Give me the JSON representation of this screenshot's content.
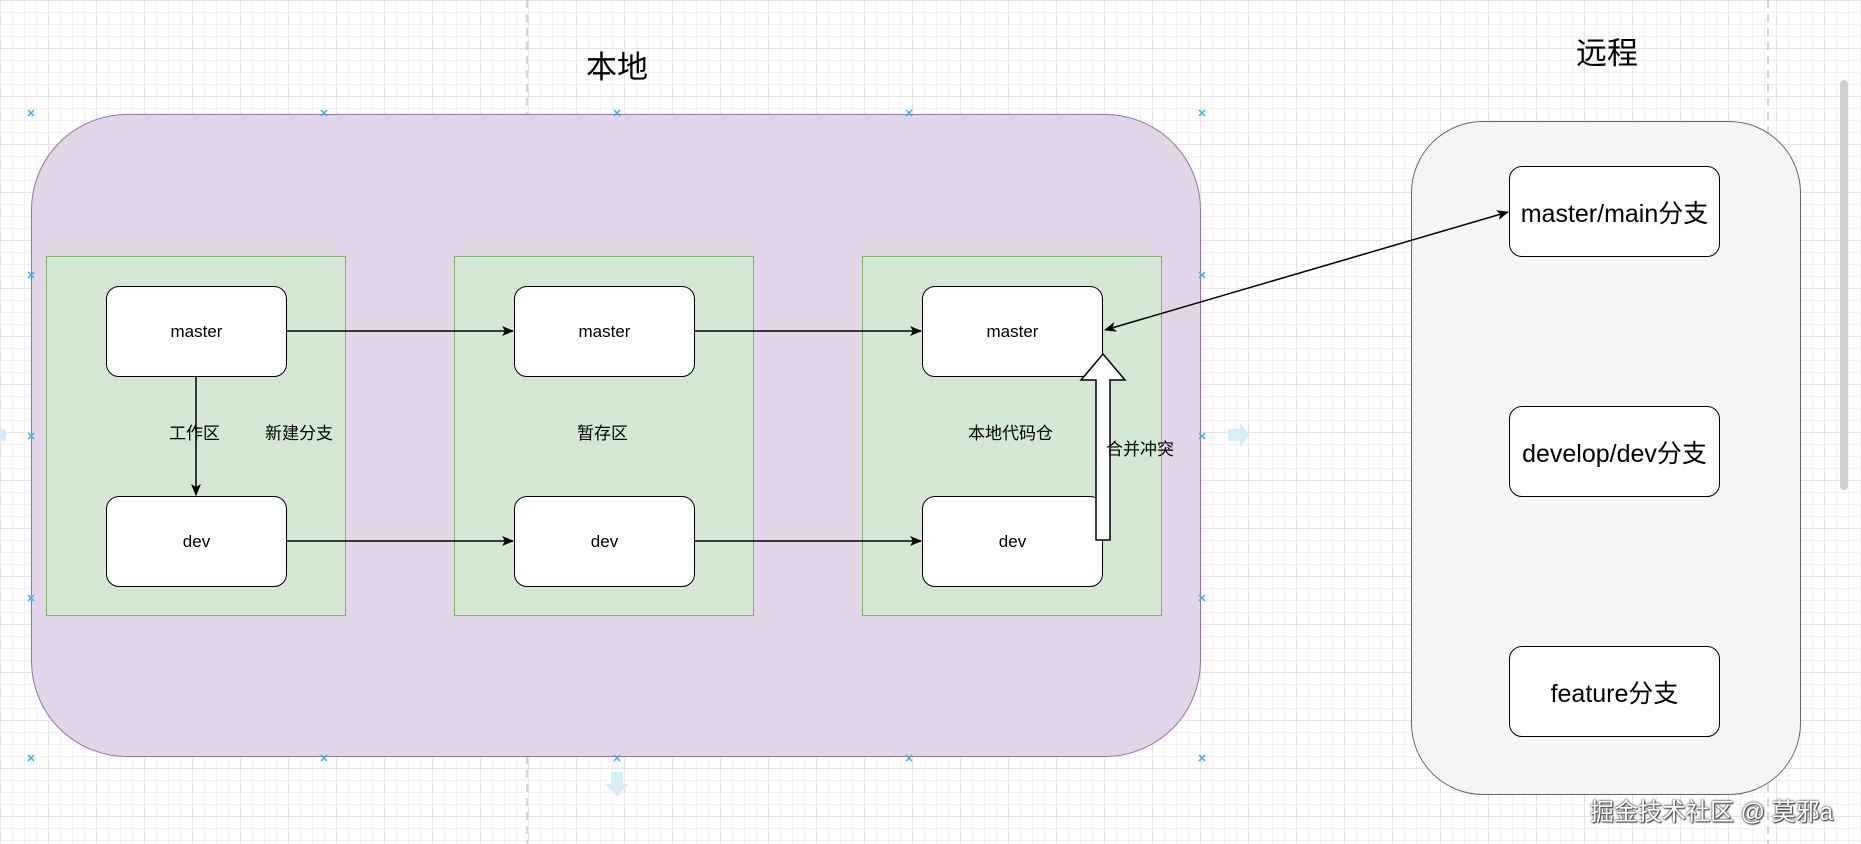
{
  "titles": {
    "local": "本地",
    "remote": "远程"
  },
  "local_zones": [
    {
      "label": "工作区",
      "extra_label": "新建分支",
      "top_node": "master",
      "bottom_node": "dev"
    },
    {
      "label": "暂存区",
      "top_node": "master",
      "bottom_node": "dev"
    },
    {
      "label": "本地代码仓",
      "top_node": "master",
      "bottom_node": "dev",
      "merge_label": "合并冲突"
    }
  ],
  "remote_branches": [
    "master/main分支",
    "develop/dev分支",
    "feature分支"
  ],
  "watermark": "掘金技术社区 @ 莫邪a",
  "colors": {
    "local_fill": "#e1d5e7",
    "local_stroke": "#9673a6",
    "zone_fill": "#d5e8d4",
    "zone_stroke": "#82b366",
    "remote_fill": "#f5f5f5",
    "remote_stroke": "#666666",
    "selection_handle": "#29b6f2"
  }
}
